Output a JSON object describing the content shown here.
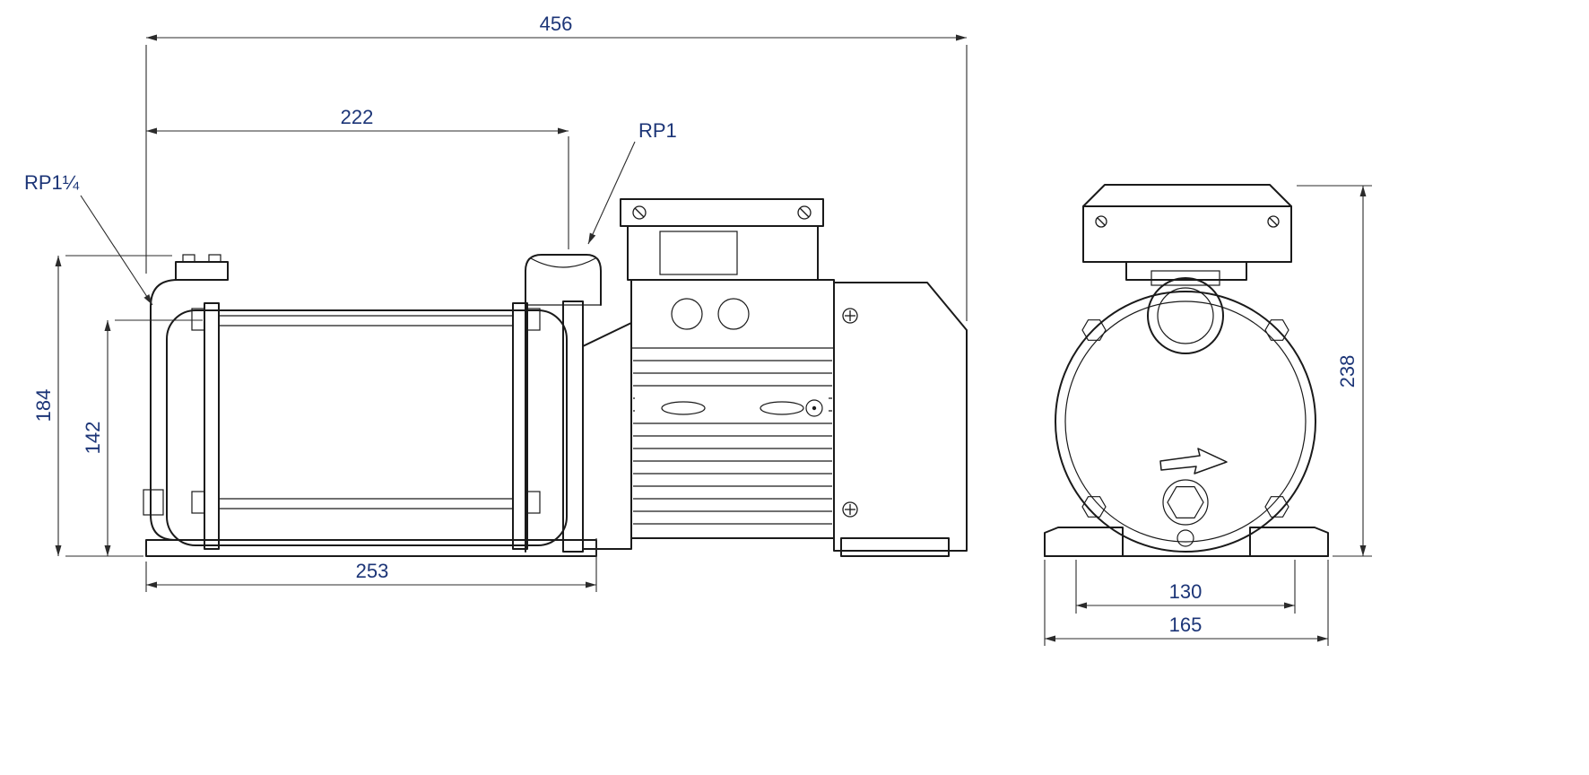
{
  "drawing": {
    "type": "technical-dimension-drawing",
    "colors": {
      "line": "#1a1a1a",
      "dimension_text": "#1c3577",
      "background": "#ffffff"
    },
    "side_view": {
      "dim_overall_length": "456",
      "dim_port_distance": "222",
      "dim_base_length": "253",
      "dim_height_total": "184",
      "dim_height_inner": "142",
      "label_discharge_port": "RP1",
      "label_suction_port": "RP1¼"
    },
    "front_view": {
      "dim_height": "238",
      "dim_bolt_spacing": "130",
      "dim_base_width": "165"
    }
  }
}
